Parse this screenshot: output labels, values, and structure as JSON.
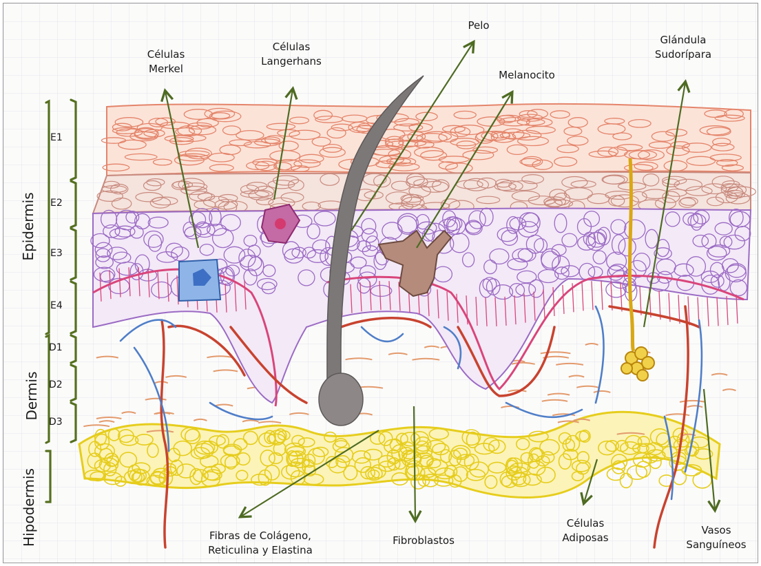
{
  "layer_groups": {
    "epidermis": "Epidermis",
    "dermis": "Dermis",
    "hypodermis": "Hipodermis"
  },
  "layers": {
    "e1": "E1",
    "e2": "E2",
    "e3": "E3",
    "e4": "E4",
    "d1": "D1",
    "d2": "D2",
    "d3": "D3"
  },
  "labels": {
    "merkel": [
      "Células",
      "Merkel"
    ],
    "langerhans": [
      "Células",
      "Langerhans"
    ],
    "pelo": "Pelo",
    "melanocito": "Melanocito",
    "glandula": [
      "Glándula",
      "Sudorípara"
    ],
    "fibras": [
      "Fibras de Colágeno,",
      "Reticulina y Elastina"
    ],
    "fibroblastos": "Fibroblastos",
    "adiposas": [
      "Células",
      "Adiposas"
    ],
    "vasos": [
      "Vasos",
      "Sanguíneos"
    ]
  },
  "colors": {
    "arrow": "#4e6b22",
    "bracket": "#56701f",
    "stratum_corneum": "#e4846a",
    "stratum_granulosum": "#c88a7e",
    "stratum_spinosum": "#9b6ac4",
    "basal_layer": "#d9457a",
    "artery": "#c8432f",
    "vein": "#4f7ec8",
    "fat": "#e6cd1c",
    "hair": "#6f6b6b",
    "gland": "#d9a812",
    "dermis_fiber": "#e39a6c"
  }
}
